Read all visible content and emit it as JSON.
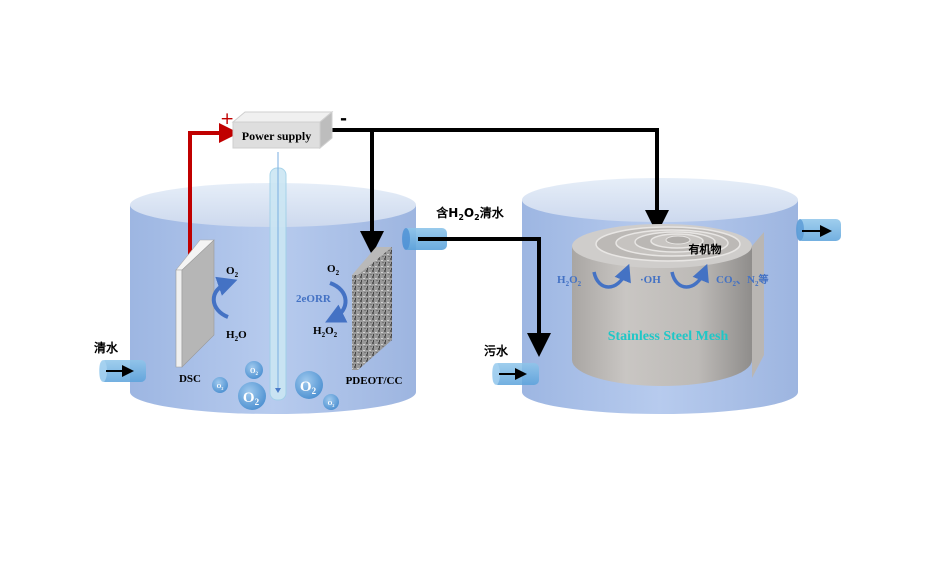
{
  "power_supply": {
    "label": "Power supply",
    "plus": "+",
    "minus": "-"
  },
  "left_tank": {
    "inlet_label": "清水",
    "anode_label": "DSC",
    "cathode_label": "PDEOT/CC",
    "anode_reaction": {
      "top": "O2",
      "bottom": "H2O"
    },
    "cathode_reaction": {
      "top": "O2",
      "middle": "2eORR",
      "bottom": "H2O2"
    },
    "bubbles": [
      "O2",
      "O2",
      "O2",
      "O2",
      "O2"
    ]
  },
  "transfer_label": "含H2O2清水",
  "right_tank": {
    "inlet_label": "污水",
    "organics_label": "有机物",
    "mesh_label": "Stainless Steel Mesh",
    "reaction": {
      "reactant": "H2O2",
      "intermediate": "·OH",
      "products": "CO2、N2等"
    }
  },
  "colors": {
    "positive_wire": "#c00000",
    "negative_wire": "#000000",
    "water": "#a9c1e6",
    "reaction_blue": "#4472c4",
    "mesh_label": "#1fc7c7"
  }
}
